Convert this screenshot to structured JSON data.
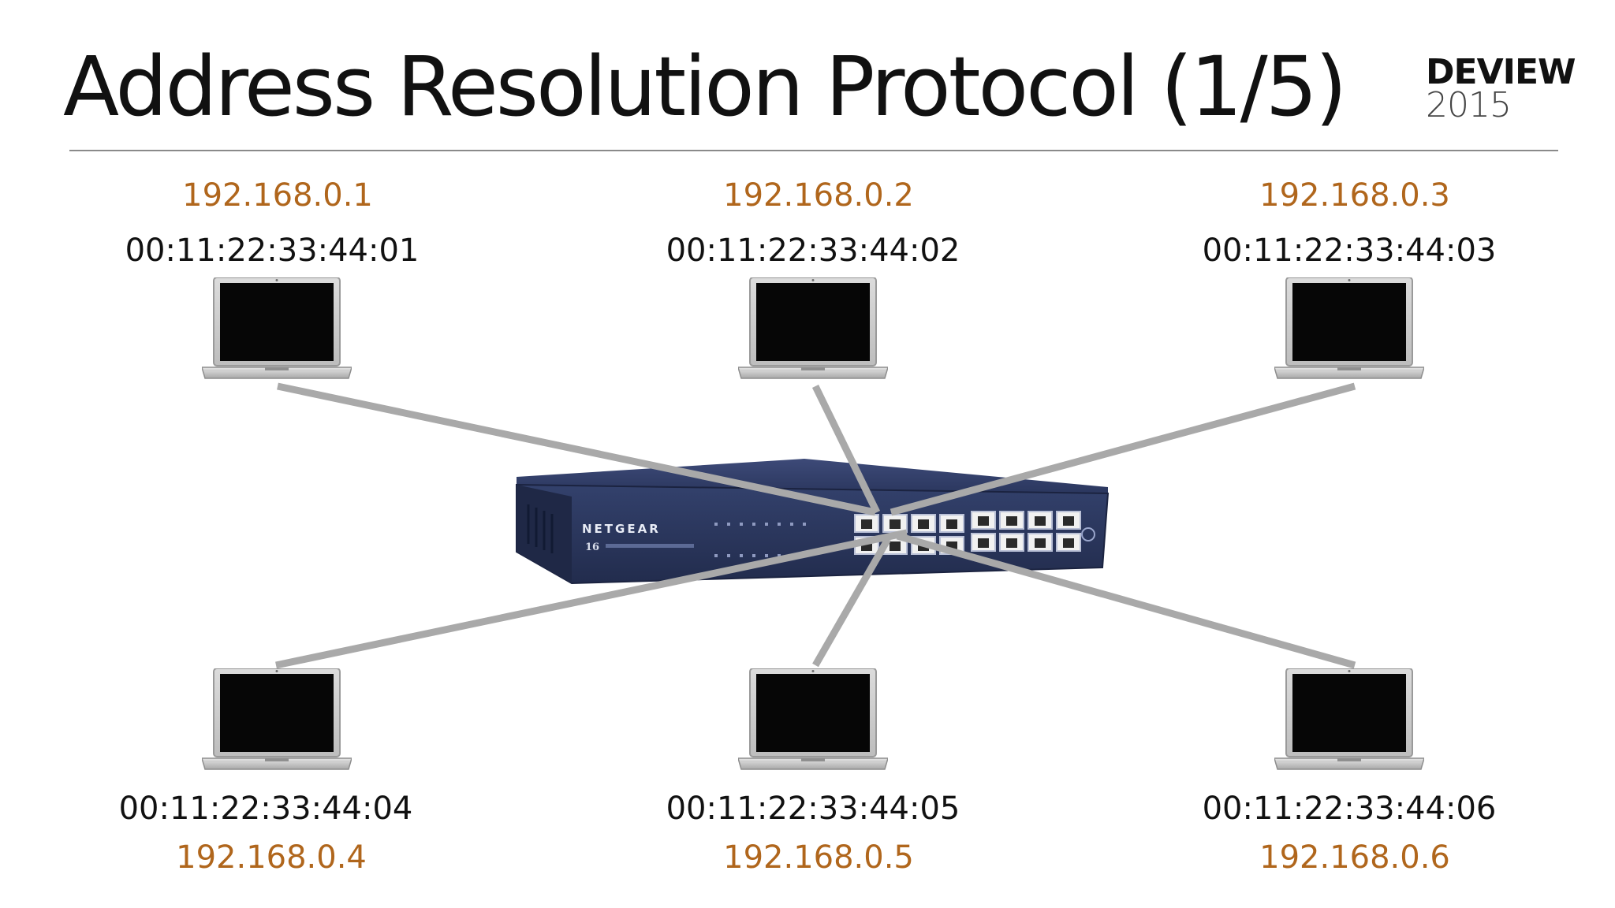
{
  "slide": {
    "title": "Address Resolution Protocol (1/5)",
    "logo": {
      "brand": "DEVIEW",
      "year": "2015"
    }
  },
  "switch": {
    "brand": "NETGEAR",
    "ports_label": "16",
    "ports_count": 16
  },
  "hosts": [
    {
      "id": "h1",
      "ip": "192.168.0.1",
      "mac": "00:11:22:33:44:01"
    },
    {
      "id": "h2",
      "ip": "192.168.0.2",
      "mac": "00:11:22:33:44:02"
    },
    {
      "id": "h3",
      "ip": "192.168.0.3",
      "mac": "00:11:22:33:44:03"
    },
    {
      "id": "h4",
      "ip": "192.168.0.4",
      "mac": "00:11:22:33:44:04"
    },
    {
      "id": "h5",
      "ip": "192.168.0.5",
      "mac": "00:11:22:33:44:05"
    },
    {
      "id": "h6",
      "ip": "192.168.0.6",
      "mac": "00:11:22:33:44:06"
    }
  ],
  "colors": {
    "ip": "#b0661c",
    "mac": "#111111",
    "cable": "#a9a9a9",
    "switch": "#2c3a63"
  }
}
